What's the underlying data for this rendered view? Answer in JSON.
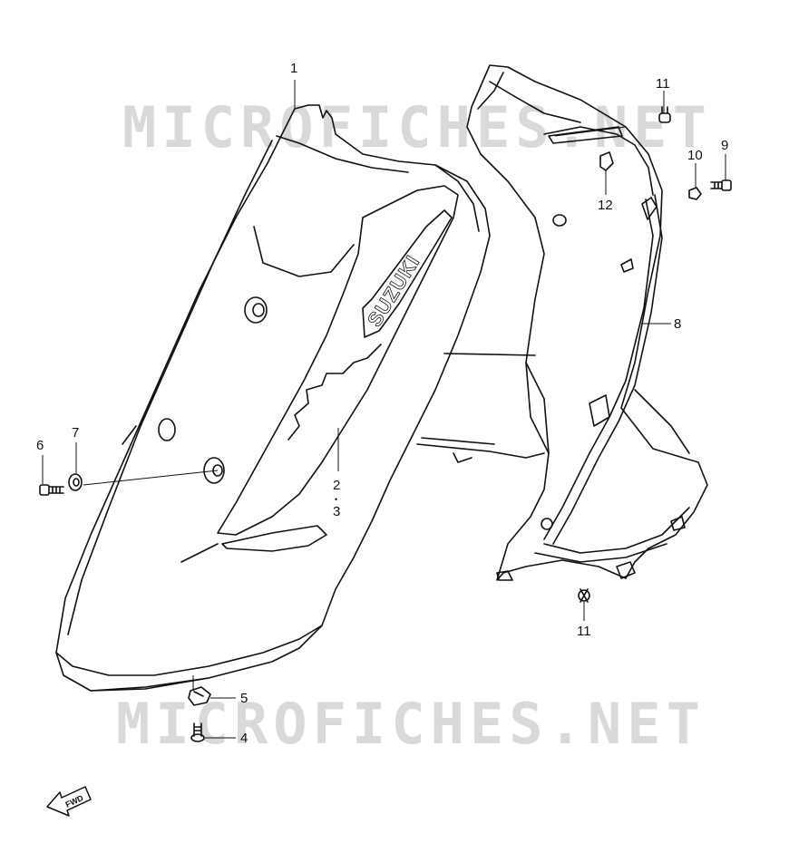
{
  "watermark": {
    "top_text": "MICROFICHES.NET",
    "bottom_text": "MICROFICHES.NET",
    "color": "#d9d9d9"
  },
  "brand_decal": "SUZUKI",
  "direction_indicator": "FWD",
  "callouts": {
    "p1": "1",
    "p2": "2",
    "p2_sep": "•",
    "p3": "3",
    "p4": "4",
    "p5": "5",
    "p6": "6",
    "p7": "7",
    "p8": "8",
    "p9": "9",
    "p10": "10",
    "p11_top": "11",
    "p11_bottom": "11",
    "p12": "12"
  },
  "colors": {
    "line": "#111111",
    "background": "#ffffff"
  }
}
